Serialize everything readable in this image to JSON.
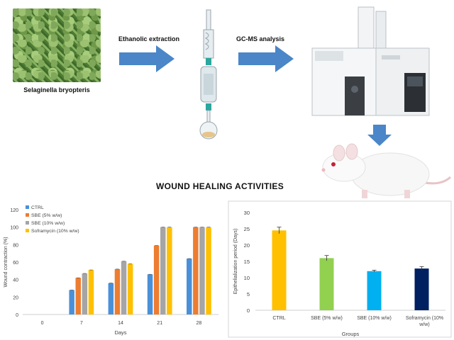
{
  "flow": {
    "plant_caption": "Selaginella bryopteris",
    "step1_label": "Ethanolic extraction",
    "step2_label": "GC-MS analysis"
  },
  "section_title": "WOUND HEALING ACTIVITIES",
  "colors": {
    "arrow": "#4a86c8",
    "ctrl": "#4a90d9",
    "sbe5": "#ed7d31",
    "sbe10": "#a5a5a5",
    "soframycin": "#ffc000",
    "epi_ctrl": "#ffc000",
    "epi_sbe5": "#92d050",
    "epi_sbe10": "#00b0f0",
    "epi_sofra": "#002060"
  },
  "chart_data": [
    {
      "type": "bar",
      "xlabel": "Days",
      "ylabel": "Wound contraction (%)",
      "categories": [
        "0",
        "7",
        "14",
        "21",
        "28"
      ],
      "ylim": [
        0,
        120
      ],
      "yticks": [
        "0",
        "20",
        "40",
        "60",
        "80",
        "100",
        "120"
      ],
      "legend_position": "top-left",
      "series": [
        {
          "name": "CTRL",
          "values": [
            0,
            28,
            36,
            46,
            64
          ]
        },
        {
          "name": "SBE (5% w/w)",
          "values": [
            0,
            42,
            52,
            79,
            100
          ]
        },
        {
          "name": "SBE (10% w/w)",
          "values": [
            0,
            47,
            61,
            100,
            100
          ]
        },
        {
          "name": "Soframycin (10% w/w)",
          "values": [
            0,
            51,
            58,
            100,
            100
          ]
        }
      ]
    },
    {
      "type": "bar",
      "xlabel": "Groups",
      "ylabel": "Epithelialization period (Days)",
      "categories": [
        "CTRL",
        "SBE (5% w/w)",
        "SBE (10% w/w)",
        "Soframycin (10% w/w)"
      ],
      "values": [
        24.5,
        16,
        12,
        12.8
      ],
      "errors": [
        1,
        0.8,
        0.3,
        0.6
      ],
      "ylim": [
        0,
        30
      ],
      "yticks": [
        "0",
        "5",
        "10",
        "15",
        "20",
        "25",
        "30"
      ]
    }
  ]
}
